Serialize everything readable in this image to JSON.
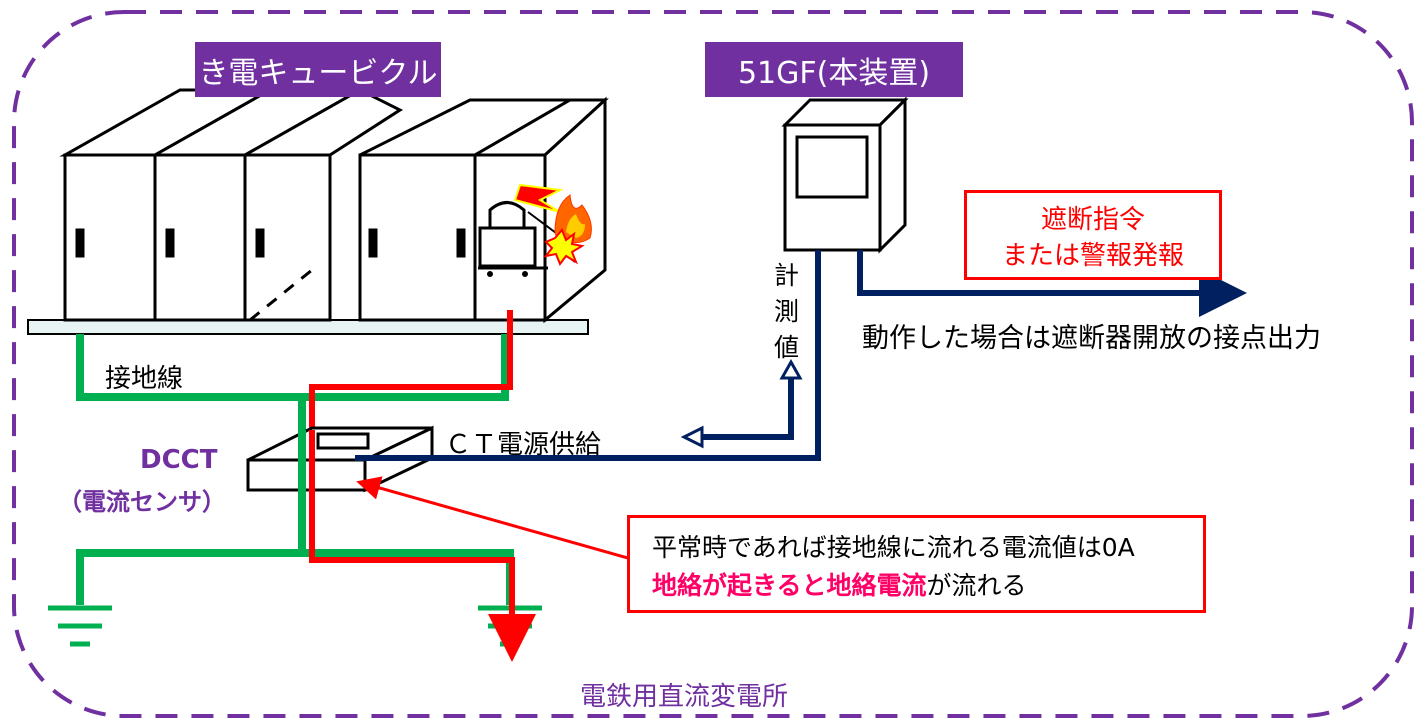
{
  "labels": {
    "cubicle": "き電キュービクル",
    "device": "51GF(本装置)",
    "trip_line1": "遮断指令",
    "trip_line2": "または警報発報",
    "contact_output": "動作した場合は遮断器開放の接点出力",
    "measured_chars": [
      "計",
      "測",
      "値"
    ],
    "ground_wire": "接地線",
    "ct_power": "ＣＴ電源供給",
    "dcct_line1": "DCCT",
    "dcct_line2": "（電流センサ）",
    "note_line1": "平常時であれば接地線に流れる電流値は0A",
    "note_line2_emph": "地絡が起きると地絡電流",
    "note_line2_rest": "が流れる",
    "substation": "電鉄用直流変電所"
  },
  "colors": {
    "border_purple": "#7030a0",
    "label_bg": "#7030a0",
    "ground_green": "#00b050",
    "fault_red": "#ff0000",
    "signal_navy": "#002060",
    "emphasis_pink": "#ff0066",
    "dcct_text": "#7030a0"
  }
}
